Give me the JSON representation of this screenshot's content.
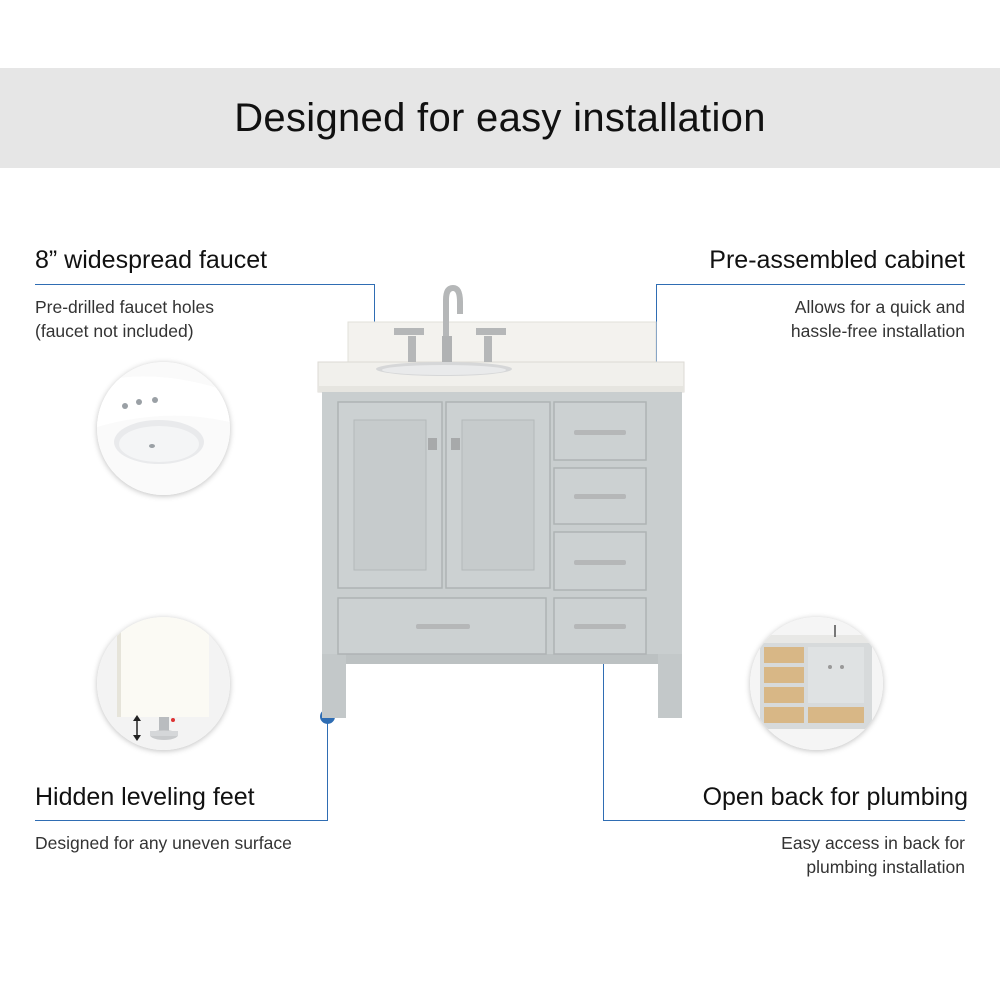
{
  "header": {
    "title": "Designed for easy installation"
  },
  "features": {
    "faucet": {
      "title": "8” widespread faucet",
      "desc_line1": "Pre-drilled faucet holes",
      "desc_line2": "(faucet not included)"
    },
    "cabinet": {
      "title": "Pre-assembled cabinet",
      "desc_line1": "Allows for  a quick and",
      "desc_line2": "hassle-free installation"
    },
    "feet": {
      "title": "Hidden leveling feet",
      "desc_line1": "Designed for any uneven surface"
    },
    "plumbing": {
      "title": "Open back for plumbing",
      "desc_line1": "Easy access in back for",
      "desc_line2": "plumbing installation"
    }
  },
  "colors": {
    "accent": "#2f6db3",
    "banner": "#e6e6e6",
    "cabinet": "#c9cecf",
    "countertop": "#f1f0ec",
    "hardware": "#b5b7b8"
  }
}
